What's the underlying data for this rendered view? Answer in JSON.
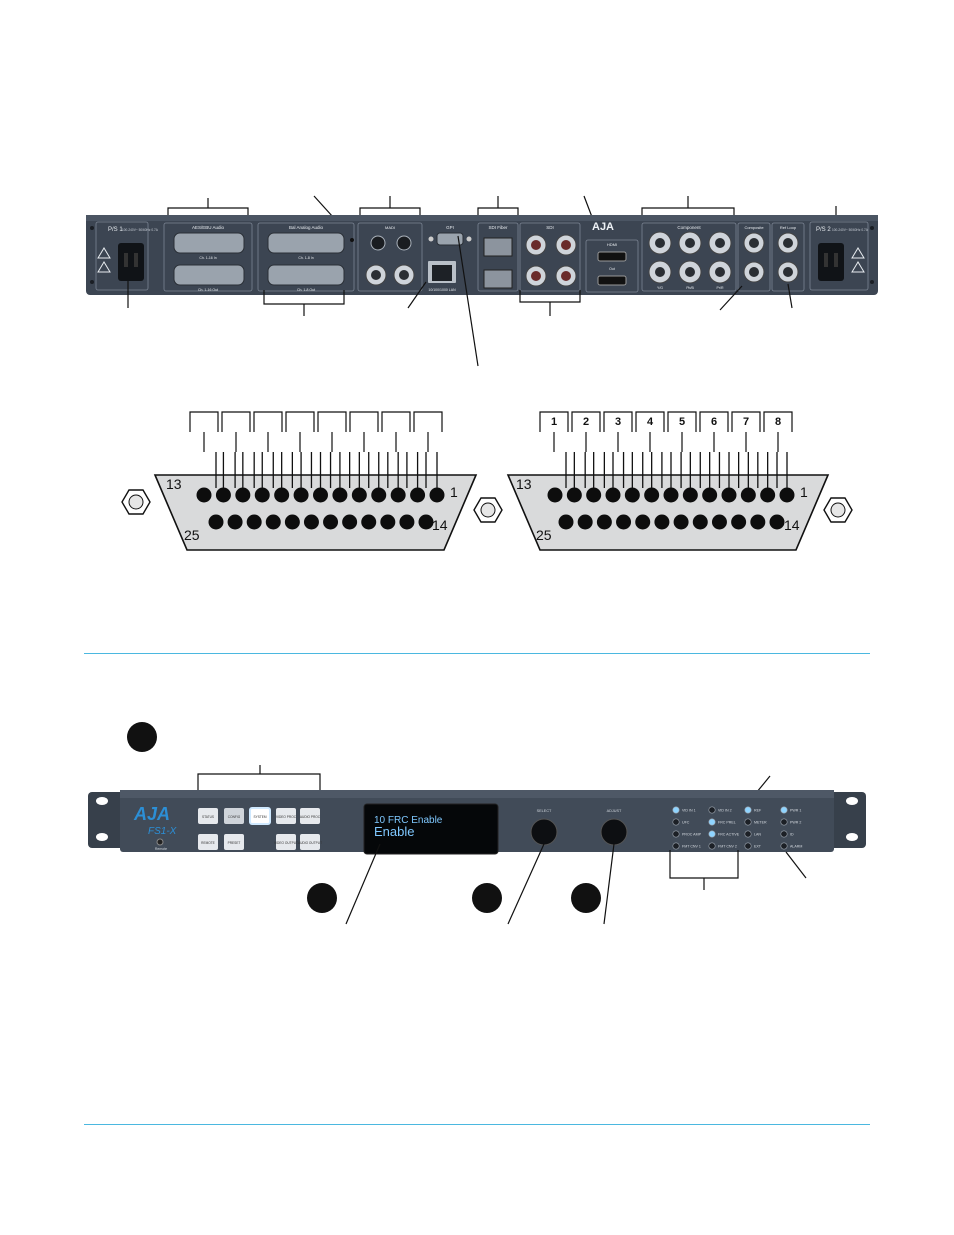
{
  "rear_panel": {
    "ps1_label": "P/S 1",
    "ps1_rating": "100-240V~ 50/60Hz 0.7A",
    "aes_label": "AES/EBU Audio",
    "aes_in": "Ch. 1-16 In",
    "aes_out": "Ch. 1-16 Out",
    "bal_label": "Bal Analog Audio",
    "bal_in": "Ch. 1-8 In",
    "bal_out": "Ch. 1-8 Out",
    "madi_label": "MADI",
    "gpi_label": "GPI",
    "lan_label": "10/100/1000 LAN",
    "sdi_fiber_label": "SDI Fiber",
    "sdi_label": "SDI",
    "hdmi_label": "HDMI",
    "hdmi_out": "Out",
    "brand": "AJA",
    "component_label": "Component",
    "comp_y": "Y/G",
    "comp_pb": "Pb/B",
    "comp_pr": "Pr/R",
    "composite_label": "Composite",
    "ref_label": "Ref Loop",
    "ps2_label": "P/S 2",
    "ps2_rating": "100-240V~ 50/60Hz 0.7A"
  },
  "connector": {
    "channels": [
      "1",
      "2",
      "3",
      "4",
      "5",
      "6",
      "7",
      "8"
    ],
    "pin_13": "13",
    "pin_1": "1",
    "pin_25": "25",
    "pin_14": "14"
  },
  "front_panel": {
    "brand": "AJA",
    "model": "FS1-X",
    "remote_label": "Remote",
    "buttons": [
      "STATUS",
      "CONFIG",
      "SYSTEM",
      "VIDEO PROC",
      "AUDIO PROC",
      "REMOTE",
      "PRESET",
      "VIDEO OUTPUT",
      "AUDIO OUTPUT"
    ],
    "lcd_line1": "10  FRC Enable",
    "lcd_line2": "Enable",
    "knob_select": "SELECT",
    "knob_adjust": "ADJUST",
    "leds_col1": [
      "VID IN 1",
      "UFC",
      "PROC AMP",
      "FMT CNV 1"
    ],
    "leds_col2": [
      "VID IN 2",
      "FRC PREL",
      "FRC ACTIVE",
      "FMT CNV 2"
    ],
    "leds_col3": [
      "REF",
      "METER",
      "LAN",
      "EXT"
    ],
    "leds_col4": [
      "PWR 1",
      "PWR 2",
      "ID",
      "ALARM"
    ]
  },
  "colors": {
    "panel": "#3a4350",
    "rule": "#4bb8e0",
    "led_blue": "#8fd4ff",
    "aja_blue": "#2c8fd6"
  }
}
